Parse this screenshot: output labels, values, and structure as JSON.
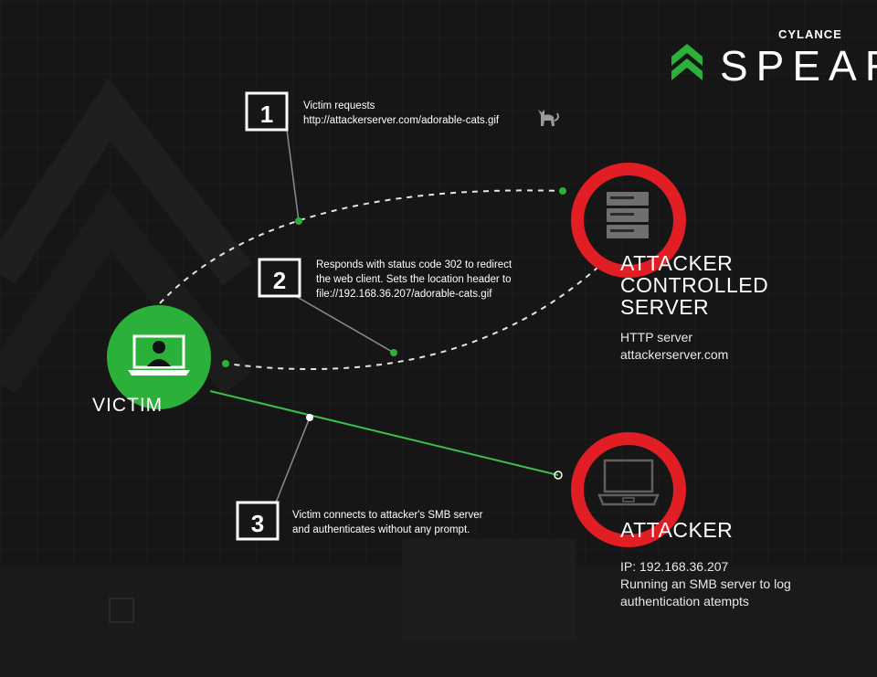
{
  "brand": {
    "company": "CYLANCE",
    "product": "SPEAR"
  },
  "steps": [
    {
      "number": "1",
      "lines": [
        "Victim requests",
        "http://attackerserver.com/adorable-cats.gif"
      ]
    },
    {
      "number": "2",
      "lines": [
        "Responds with status code 302 to redirect",
        "the web client. Sets the location header to",
        "file://192.168.36.207/adorable-cats.gif"
      ]
    },
    {
      "number": "3",
      "lines": [
        "Victim connects to attacker's SMB server",
        "and authenticates without any prompt."
      ]
    }
  ],
  "nodes": {
    "victim": {
      "label": "VICTIM"
    },
    "server": {
      "title_lines": [
        "ATTACKER",
        "CONTROLLED",
        "SERVER"
      ],
      "info_lines": [
        "HTTP server",
        "attackerserver.com"
      ]
    },
    "attacker": {
      "title_lines": [
        "ATTACKER"
      ],
      "info_lines": [
        "IP: 192.168.36.207",
        "Running an SMB server to log",
        "authentication atempts"
      ]
    }
  },
  "icons": [
    "cylance-chevron-logo",
    "cat-icon",
    "laptop-user-icon",
    "server-rack-icon",
    "laptop-icon"
  ],
  "colors": {
    "background": "#161616",
    "green": "#2bb03a",
    "red": "#e01e23",
    "text": "#ffffff"
  }
}
